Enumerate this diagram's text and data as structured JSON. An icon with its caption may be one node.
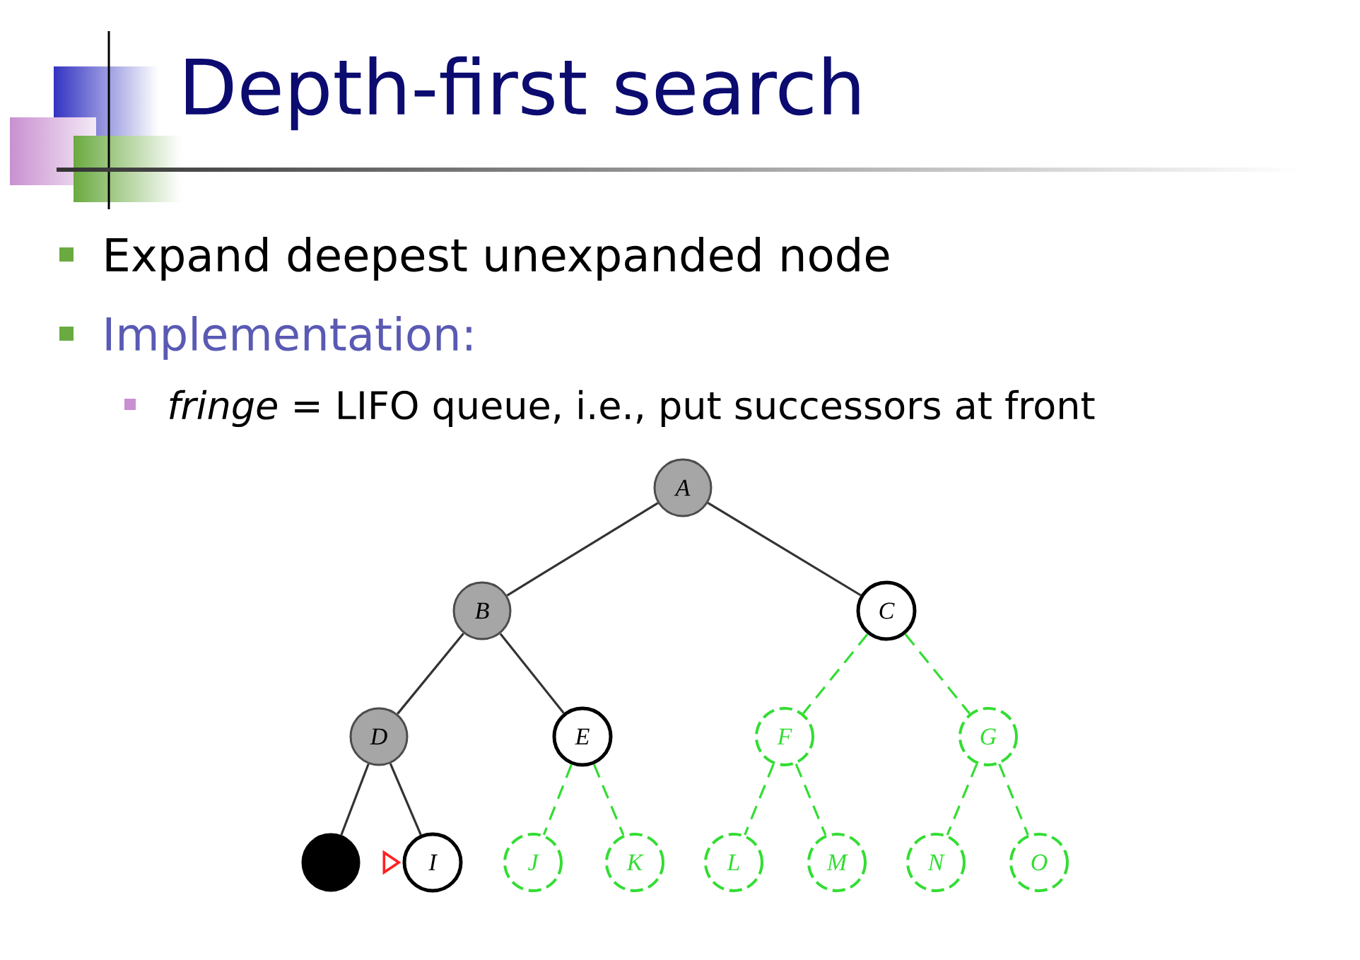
{
  "diagram": {
    "title": "Depth-first search",
    "nodes": [
      {
        "text": [
          "A"
        ]
      },
      {
        "text": [
          "B"
        ]
      },
      {
        "text": [
          "C"
        ]
      },
      {
        "text": [
          "D"
        ]
      },
      {
        "text": [
          "E"
        ]
      },
      {
        "text": [
          "F"
        ]
      },
      {
        "text": [
          "G"
        ]
      },
      {
        "text": [],
        "shape": "circle"
      },
      {
        "text": [
          "I"
        ]
      },
      {
        "text": [
          "J"
        ]
      },
      {
        "text": [
          "K"
        ]
      },
      {
        "text": [
          "L"
        ]
      },
      {
        "text": [
          "M"
        ]
      },
      {
        "text": [
          "N"
        ]
      },
      {
        "text": [
          "O"
        ]
      }
    ],
    "edges": [
      {
        "from": 0,
        "to": 1,
        "arrow": "none",
        "color": "#333333"
      },
      {
        "from": 0,
        "to": 2,
        "arrow": "none",
        "color": "#333333"
      },
      {
        "from": 1,
        "to": 3,
        "arrow": "none",
        "color": "#333333"
      },
      {
        "from": 1,
        "to": 4,
        "arrow": "none",
        "color": "#333333"
      },
      {
        "from": 2,
        "to": 5,
        "arrow": "none",
        "style": "dashed",
        "color": "#33dd33"
      },
      {
        "from": 2,
        "to": 6,
        "arrow": "none",
        "style": "dashed",
        "color": "#33dd33"
      },
      {
        "from": 3,
        "to": 7,
        "arrow": "none",
        "color": "#333333"
      },
      {
        "from": 3,
        "to": 8,
        "arrow": "none",
        "color": "#333333"
      },
      {
        "from": 7,
        "to": 8,
        "arrow": "to",
        "color": "#ff2020"
      },
      {
        "from": 4,
        "to": 9,
        "arrow": "none",
        "style": "dashed",
        "color": "#33dd33"
      },
      {
        "from": 4,
        "to": 10,
        "arrow": "none",
        "style": "dashed",
        "color": "#33dd33"
      },
      {
        "from": 5,
        "to": 11,
        "arrow": "none",
        "style": "dashed",
        "color": "#33dd33"
      },
      {
        "from": 5,
        "to": 12,
        "arrow": "none",
        "style": "dashed",
        "color": "#33dd33"
      },
      {
        "from": 6,
        "to": 13,
        "arrow": "none",
        "style": "dashed",
        "color": "#33dd33"
      },
      {
        "from": 6,
        "to": 14,
        "arrow": "none",
        "style": "dashed",
        "color": "#33dd33"
      }
    ],
    "labels": [
      "Expand deepest unexpanded node",
      "Implementation:",
      "*fringe* = LIFO queue, i.e., put successors at front"
    ]
  }
}
